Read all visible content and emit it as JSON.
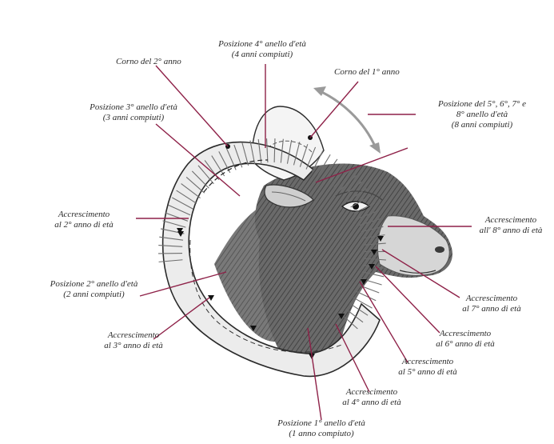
{
  "colors": {
    "leader_line": "#8e2148",
    "arrow": "#9a9a9a",
    "ink": "#2b2b2b",
    "horn_fill": "#ececec"
  },
  "labels": {
    "ring4": [
      "Posizione 4° anello d'età",
      "(4 anni compiuti)"
    ],
    "horn2": [
      "Corno del 2° anno"
    ],
    "horn1": [
      "Corno del 1° anno"
    ],
    "ring3": [
      "Posizione 3° anello d'età",
      "(3 anni compiuti)"
    ],
    "ring5to8": [
      "Posizione del 5°, 6°, 7° e",
      "8° anello d'età",
      "(8 anni compiuti)"
    ],
    "growth2": [
      "Accrescimento",
      "al 2° anno di età"
    ],
    "growth8": [
      "Accrescimento",
      "all' 8° anno di età"
    ],
    "ring2": [
      "Posizione 2° anello d'età",
      "(2 anni compiuti)"
    ],
    "growth7": [
      "Accrescimento",
      "al 7° anno di età"
    ],
    "growth3": [
      "Accrescimento",
      "al 3° anno di età"
    ],
    "growth6": [
      "Accrescimento",
      "al 6° anno di età"
    ],
    "growth5": [
      "Accrescimento",
      "al 5° anno di età"
    ],
    "growth4": [
      "Accrescimento",
      "al 4° anno di età"
    ],
    "ring1": [
      "Posizione 1° anello d'età",
      "(1 anno compiuto)"
    ]
  }
}
